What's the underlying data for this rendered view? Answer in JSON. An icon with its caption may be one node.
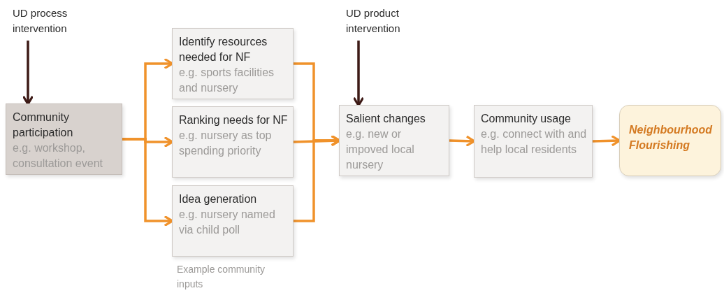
{
  "diagram": {
    "nodes": [
      {
        "text": [
          "UD process intervention"
        ]
      },
      {
        "text": [
          "Community participation",
          "e.g. workshop, consultation event"
        ]
      },
      {
        "text": [
          "Identify resources needed for NF",
          "e.g. sports facilities and nursery"
        ]
      },
      {
        "text": [
          "Ranking needs for NF",
          "e.g. nursery as top spending priority"
        ]
      },
      {
        "text": [
          "Idea generation",
          "e.g. nursery named via child poll"
        ],
        "beside": [
          "Example community inputs"
        ]
      },
      {
        "text": [
          "UD product intervention"
        ]
      },
      {
        "text": [
          "Salient changes",
          "e.g. new or impoved local nursery"
        ]
      },
      {
        "text": [
          "Community usage",
          "e.g. connect with and help local residents"
        ]
      },
      {
        "text": [
          "Neighbourhood Flourishing"
        ]
      }
    ],
    "edges": [
      {
        "from": 0,
        "to": 1,
        "arrow": "to",
        "color": "#3d1a16"
      },
      {
        "from": 1,
        "to": 2,
        "arrow": "to"
      },
      {
        "from": 1,
        "to": 3,
        "arrow": "to"
      },
      {
        "from": 1,
        "to": 4,
        "arrow": "to"
      },
      {
        "from": 2,
        "to": 6,
        "arrow": "to"
      },
      {
        "from": 3,
        "to": 6,
        "arrow": "to"
      },
      {
        "from": 4,
        "to": 6,
        "arrow": "to"
      },
      {
        "from": 5,
        "to": 6,
        "arrow": "to",
        "color": "#3d1a16"
      },
      {
        "from": 6,
        "to": 7,
        "arrow": "to"
      },
      {
        "from": 7,
        "to": 8,
        "arrow": "to"
      }
    ]
  }
}
